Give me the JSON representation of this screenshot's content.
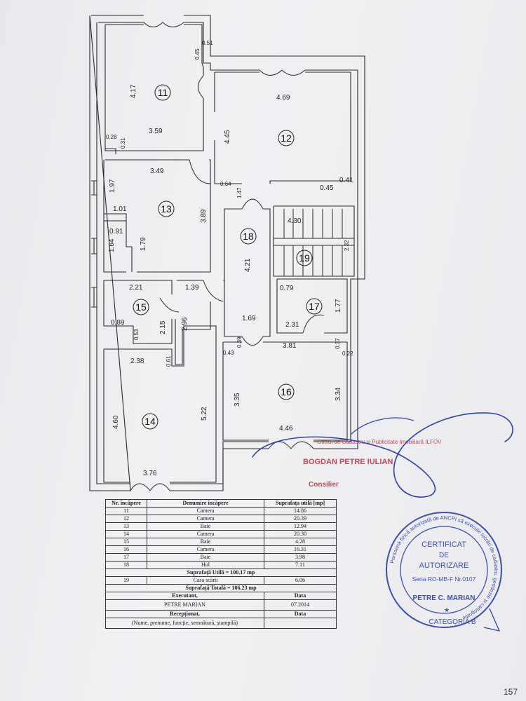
{
  "plan": {
    "rooms": [
      {
        "id": "11"
      },
      {
        "id": "12"
      },
      {
        "id": "13"
      },
      {
        "id": "14"
      },
      {
        "id": "15"
      },
      {
        "id": "16"
      },
      {
        "id": "17"
      },
      {
        "id": "18"
      },
      {
        "id": "19"
      }
    ],
    "dimensions": {
      "r11_h": "4.17",
      "r11_w": "3.59",
      "r11_a": "0.28",
      "r11_b": "0.31",
      "r11_c": "0.45",
      "r11_d": "0.51",
      "r12_w": "4.69",
      "r12_h": "4.45",
      "r12_a": "0.45",
      "r12_b": "0.41",
      "r13_w": "3.49",
      "r13_h": "3.89",
      "r13_a": "1.97",
      "r13_b": "1.01",
      "r13_c": "0.91",
      "r13_d": "1.64",
      "r13_e": "1.79",
      "r13_f": "0.64",
      "r18_a": "1.47",
      "r18_h": "4.21",
      "r18_w": "1.69",
      "r18_b": "0.39",
      "r18_c": "0.43",
      "r19_w": "4.30",
      "r19_h": "2.32",
      "r15_w": "2.21",
      "r15_a": "1.39",
      "r15_b": "0.89",
      "r15_c": "0.53",
      "r15_d": "2.15",
      "r15_e": "2.96",
      "r17_a": "0.79",
      "r17_h": "1.77",
      "r17_w": "2.31",
      "r14_w": "2.38",
      "r14_a": "0.61",
      "r14_h": "4.60",
      "r14_b": "5.22",
      "r14_c": "3.76",
      "r16_w": "3.81",
      "r16_a": "0.37",
      "r16_b": "0.22",
      "r16_h": "3.35",
      "r16_c": "3.34",
      "r16_d": "4.46"
    }
  },
  "stamps": {
    "cadastru_line1": "Oficiul de Cadastru și Publicitate Imobiliară ILFOV",
    "name": "BOGDAN PETRE IULIAN",
    "role": "Consilier",
    "cert_ring": "Persoană fizică autorizată de ANCPI să execute lucrări de cadastru, geodezie și cartografie",
    "cert_title1": "CERTIFICAT",
    "cert_title2": "DE",
    "cert_title3": "AUTORIZARE",
    "cert_series": "Seria RO-MB-F Nr.0107",
    "cert_name": "PETRE C. MARIAN",
    "cert_category": "CATEGORIA B"
  },
  "table": {
    "head_nr": "Nr. încăpere",
    "head_den": "Denumire încăpere",
    "head_sup": "Suprafața utilă [mp]",
    "rows": [
      {
        "nr": "11",
        "den": "Camera",
        "sup": "14.86"
      },
      {
        "nr": "12",
        "den": "Camera",
        "sup": "20.39"
      },
      {
        "nr": "13",
        "den": "Baie",
        "sup": "12.94"
      },
      {
        "nr": "14",
        "den": "Camera",
        "sup": "20.30"
      },
      {
        "nr": "15",
        "den": "Baie",
        "sup": "4.28"
      },
      {
        "nr": "16",
        "den": "Camera",
        "sup": "16.31"
      },
      {
        "nr": "17",
        "den": "Baie",
        "sup": "3.98"
      },
      {
        "nr": "18",
        "den": "Hol",
        "sup": "7.11"
      }
    ],
    "sup_utila": "Suprafață Utilă = 100.17 mp",
    "row19": {
      "nr": "19",
      "den": "Casa scării",
      "sup": "6.06"
    },
    "sup_totala": "Suprafață Totală = 106.23 mp",
    "executant": "Executant,",
    "data": "Data",
    "executant_name": "PETRE MARIAN",
    "executant_date": "07.2014",
    "receptionat": "Recepționat,",
    "data2": "Data",
    "footer": "(Nume, prenume, funcție, semnătură, ștampilă)"
  },
  "page_number": "157"
}
